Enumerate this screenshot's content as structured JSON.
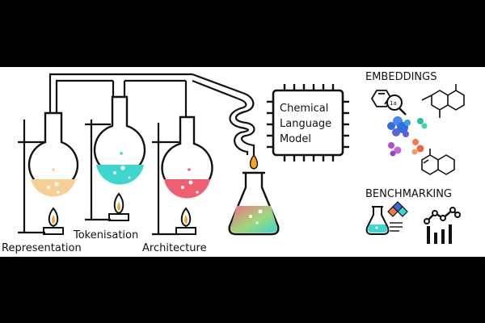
{
  "labels": {
    "representation": "Representation",
    "tokenisation": "Tokenisation",
    "architecture": "Architecture",
    "chip_line1": "Chemical",
    "chip_line2": "Language",
    "chip_line3": "Model",
    "embeddings": "EMBEDDINGS",
    "benchmarking": "BENCHMARKING",
    "mol_label": "1a"
  },
  "colors": {
    "letterbox": "#000000",
    "panel": "#ffffff",
    "ink": "#111111",
    "representation_liquid": "#f7cf95",
    "tokenisation_liquid": "#3fd6cf",
    "architecture_liquid": "#ee5f72",
    "flame": "#f5a623",
    "droplet": "#f5a623",
    "embedding_blue": "#2f6fe0",
    "embedding_purple": "#b04bd6",
    "embedding_teal": "#2fbf9f",
    "embedding_orange": "#ef7a4a"
  },
  "icons": [
    "round-flask-icon",
    "flame-icon",
    "erlenmeyer-flask-icon",
    "chip-icon",
    "molecule-icon",
    "magnifier-icon",
    "lab-report-icon",
    "line-chart-icon"
  ]
}
